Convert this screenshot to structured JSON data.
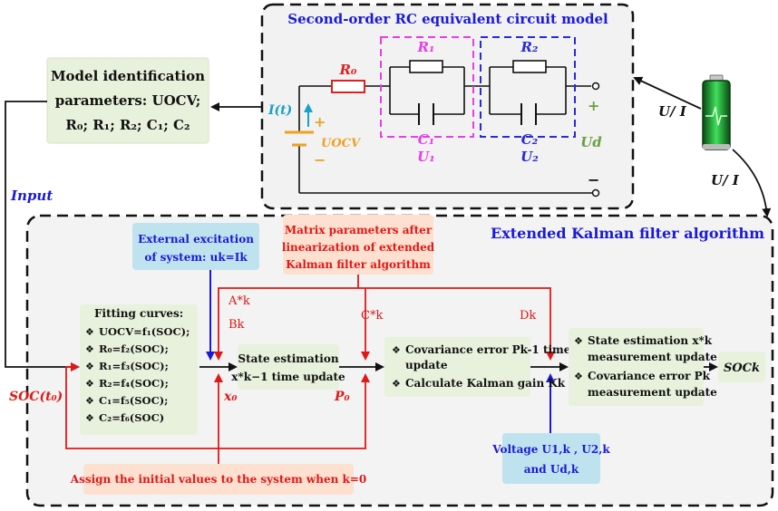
{
  "circuit": {
    "title": "Second-order RC  equivalent circuit model",
    "r0": "R₀",
    "r1": "R₁",
    "r2": "R₂",
    "c1": "C₁",
    "c2": "C₂",
    "u1": "U₁",
    "u2": "U₂",
    "ud": "Ud",
    "uocv": "UOCV",
    "current": "I(t)",
    "plus": "+",
    "minus": "−",
    "colors": {
      "rc1": "#e83ee8",
      "rc2": "#2a2ad8",
      "r0": "#e02020",
      "battery": "#f0a020",
      "current": "#1aa0c8"
    }
  },
  "model_id": {
    "line1": "Model identification",
    "line2": "parameters: UOCV;",
    "line3": "R₀; R₁; R₂; C₁; C₂"
  },
  "signals": {
    "ui_top": "U/ I",
    "ui_side": "U/ I",
    "input": "Input"
  },
  "ekf": {
    "title": "Extended Kalman filter algorithm",
    "external_line1": "External excitation",
    "external_line2": "of system: uk=Ik",
    "matrix_line1": "Matrix parameters after",
    "matrix_line2": "linearization of extended",
    "matrix_line3": "Kalman filter algorithm",
    "mat_a": "A*k",
    "mat_b": "Bk",
    "mat_c": "C*k",
    "mat_d": "Dk",
    "fitting_title": "Fitting curves:",
    "fitting_items": [
      "UOCV=f₁(SOC);",
      "R₀=f₂(SOC);",
      "R₁=f₃(SOC);",
      "R₂=f₄(SOC);",
      "C₁=f₅(SOC);",
      "C₂=f₆(SOC)"
    ],
    "state_line1": "State estimation",
    "state_line2": "x*k−1  time update",
    "cov_item1a": "Covariance error Pk-1 time",
    "cov_item1b": "update",
    "cov_item2": "Calculate Kalman gain Kk",
    "meas_item1a": "State estimation x*k",
    "meas_item1b": "measurement update",
    "meas_item2a": "Covariance error Pk",
    "meas_item2b": "measurement update",
    "soc_out": "SOCk",
    "soc_t0": "SOC(t₀)",
    "x0": "x₀",
    "p0": "P₀",
    "init_text": "Assign the initial values  to the system when k=0",
    "voltage_line1": "Voltage U1,k , U2,k",
    "voltage_line2": "and Ud,k",
    "colors": {
      "red": "#e01818",
      "blue": "#1a1ad8",
      "green_box": "#e8f1dc",
      "cyan_box": "#bfe3ee",
      "orange_box": "#fde0cf"
    }
  }
}
